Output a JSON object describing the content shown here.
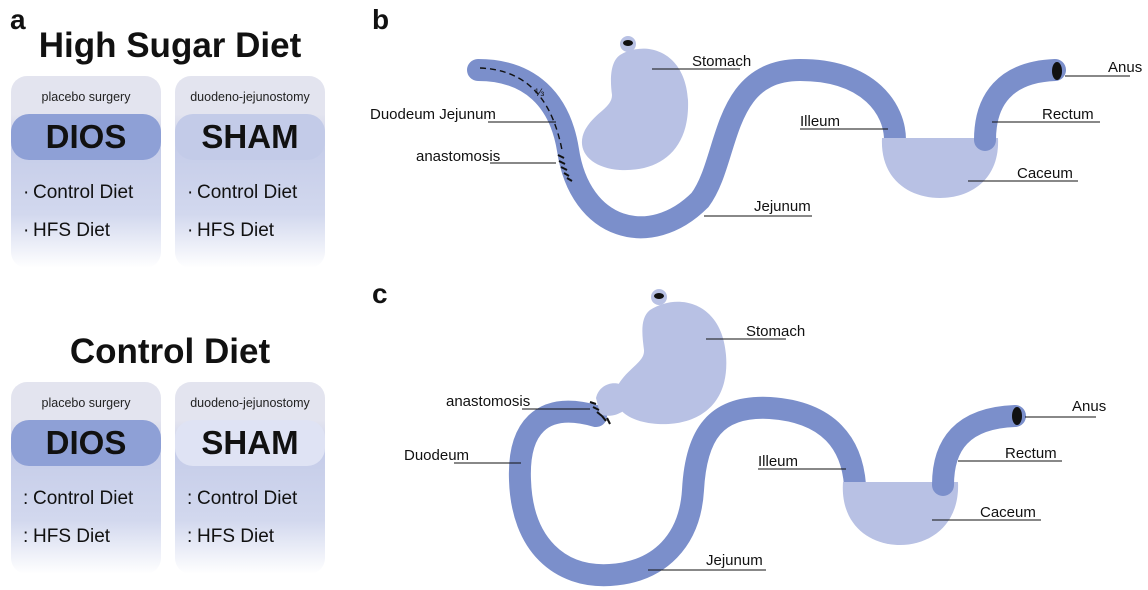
{
  "panels": {
    "a": "a",
    "b": "b",
    "c": "c"
  },
  "group_high": {
    "title": "High Sugar Diet",
    "cards": [
      {
        "subtitle": "placebo surgery",
        "label": "DIOS",
        "items": [
          "Control Diet",
          "HFS Diet"
        ],
        "bullets": [
          "·",
          "·"
        ]
      },
      {
        "subtitle": "duodeno-jejunostomy",
        "label": "SHAM",
        "items": [
          "Control Diet",
          "HFS Diet"
        ],
        "bullets": [
          "·",
          "·"
        ]
      }
    ]
  },
  "group_control": {
    "title": "Control Diet",
    "cards": [
      {
        "subtitle": "placebo surgery",
        "label": "DIOS",
        "items": [
          "Control Diet",
          "HFS Diet"
        ],
        "bullets": [
          ":",
          ":"
        ]
      },
      {
        "subtitle": "duodeno-jejunostomy",
        "label": "SHAM",
        "items": [
          "Control Diet",
          "HFS Diet"
        ],
        "bullets": [
          ":",
          ":"
        ]
      }
    ]
  },
  "diagram_b": {
    "labels": {
      "stomach": "Stomach",
      "anus": "Anus",
      "duodeum_jejunum": "Duodeum Jejunum",
      "illeum": "Illeum",
      "rectum": "Rectum",
      "anastomosis": "anastomosis",
      "caceum": "Caceum",
      "jejunum": "Jejunum",
      "fraction": "⅓"
    }
  },
  "diagram_c": {
    "labels": {
      "stomach": "Stomach",
      "anastomosis": "anastomosis",
      "anus": "Anus",
      "duodeum": "Duodeum",
      "illeum": "Illeum",
      "rectum": "Rectum",
      "caceum": "Caceum",
      "jejunum": "Jejunum"
    }
  },
  "colors": {
    "intestine": "#7b8fcb",
    "stomach": "#b8c1e4",
    "caecum": "#b8c1e4",
    "dios_pill": "#8ea0d6",
    "sham_pill": "#c3cbe8"
  }
}
